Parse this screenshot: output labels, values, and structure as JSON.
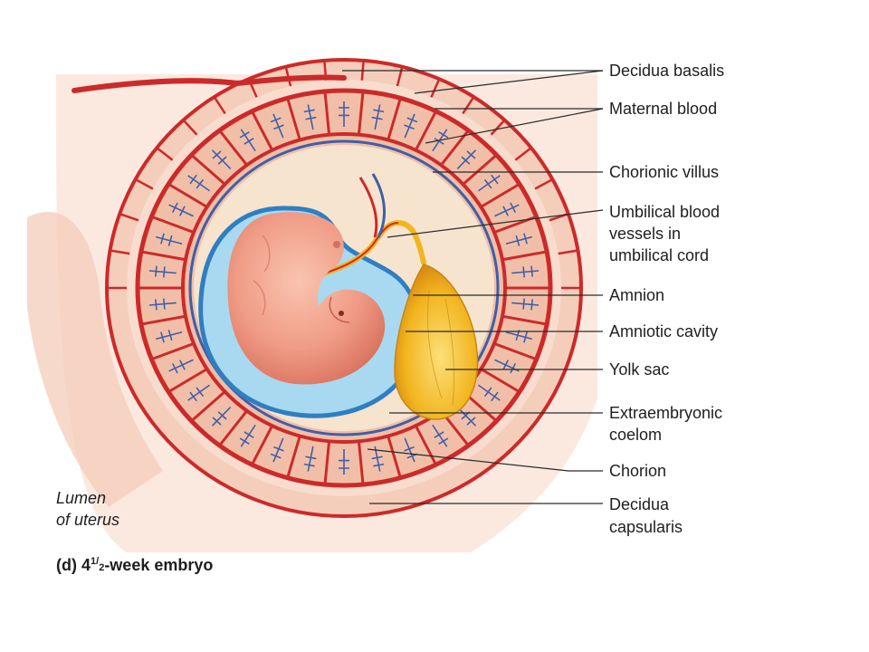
{
  "diagram": {
    "labels": {
      "decidua_basalis": "Decidua basalis",
      "maternal_blood": "Maternal blood",
      "chorionic_villus": "Chorionic villus",
      "umbilical_line1": "Umbilical blood",
      "umbilical_line2": "vessels in",
      "umbilical_line3": "umbilical cord",
      "amnion": "Amnion",
      "amniotic_cavity": "Amniotic cavity",
      "yolk_sac": "Yolk sac",
      "extraembryonic_line1": "Extraembryonic",
      "extraembryonic_line2": "coelom",
      "chorion": "Chorion",
      "decidua_capsularis_line1": "Decidua",
      "decidua_capsularis_line2": "capsularis",
      "lumen_line1": "Lumen",
      "lumen_line2": "of uterus"
    },
    "caption_prefix": "(d) ",
    "caption_whole": "4",
    "caption_num": "1",
    "caption_den": "2",
    "caption_suffix": "-week embryo"
  },
  "colors": {
    "decidua": "#f7d5c6",
    "vessel_red": "#cc2a2a",
    "villus_blue": "#3f5fa8",
    "coelom": "#f6e4cf",
    "amniotic": "#a9d9f0",
    "amnion_blue": "#2e7fc2",
    "embryo": "#f2a08a",
    "yolk": "#f2b51f"
  }
}
